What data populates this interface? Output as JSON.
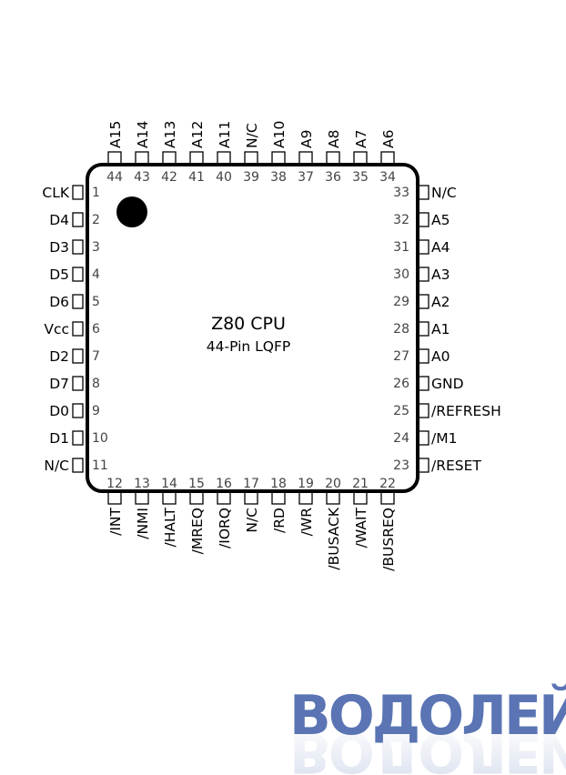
{
  "title": "Z80 CPU",
  "package": "44-Pin LQFP",
  "logo_text": "ВОДОЛЕЙ",
  "colors": {
    "logo": "#5a74b4",
    "outline": "#000000",
    "pin_number": "#444444"
  },
  "pins": {
    "left": [
      {
        "n": "1",
        "label": "CLK"
      },
      {
        "n": "2",
        "label": "D4"
      },
      {
        "n": "3",
        "label": "D3"
      },
      {
        "n": "4",
        "label": "D5"
      },
      {
        "n": "5",
        "label": "D6"
      },
      {
        "n": "6",
        "label": "Vcc"
      },
      {
        "n": "7",
        "label": "D2"
      },
      {
        "n": "8",
        "label": "D7"
      },
      {
        "n": "9",
        "label": "D0"
      },
      {
        "n": "10",
        "label": "D1"
      },
      {
        "n": "11",
        "label": "N/C"
      }
    ],
    "bottom": [
      {
        "n": "12",
        "label": "/INT"
      },
      {
        "n": "13",
        "label": "/NMI"
      },
      {
        "n": "14",
        "label": "/HALT"
      },
      {
        "n": "15",
        "label": "/MREQ"
      },
      {
        "n": "16",
        "label": "/IORQ"
      },
      {
        "n": "17",
        "label": "N/C"
      },
      {
        "n": "18",
        "label": "/RD"
      },
      {
        "n": "19",
        "label": "/WR"
      },
      {
        "n": "20",
        "label": "/BUSACK"
      },
      {
        "n": "21",
        "label": "/WAIT"
      },
      {
        "n": "22",
        "label": "/BUSREQ"
      }
    ],
    "right": [
      {
        "n": "23",
        "label": "/RESET"
      },
      {
        "n": "24",
        "label": "/M1"
      },
      {
        "n": "25",
        "label": "/REFRESH"
      },
      {
        "n": "26",
        "label": "GND"
      },
      {
        "n": "27",
        "label": "A0"
      },
      {
        "n": "28",
        "label": "A1"
      },
      {
        "n": "29",
        "label": "A2"
      },
      {
        "n": "30",
        "label": "A3"
      },
      {
        "n": "31",
        "label": "A4"
      },
      {
        "n": "32",
        "label": "A5"
      },
      {
        "n": "33",
        "label": "N/C"
      }
    ],
    "top": [
      {
        "n": "34",
        "label": "A6"
      },
      {
        "n": "35",
        "label": "A7"
      },
      {
        "n": "36",
        "label": "A8"
      },
      {
        "n": "37",
        "label": "A9"
      },
      {
        "n": "38",
        "label": "A10"
      },
      {
        "n": "39",
        "label": "N/C"
      },
      {
        "n": "40",
        "label": "A11"
      },
      {
        "n": "41",
        "label": "A12"
      },
      {
        "n": "42",
        "label": "A13"
      },
      {
        "n": "43",
        "label": "A14"
      },
      {
        "n": "44",
        "label": "A15"
      }
    ]
  }
}
